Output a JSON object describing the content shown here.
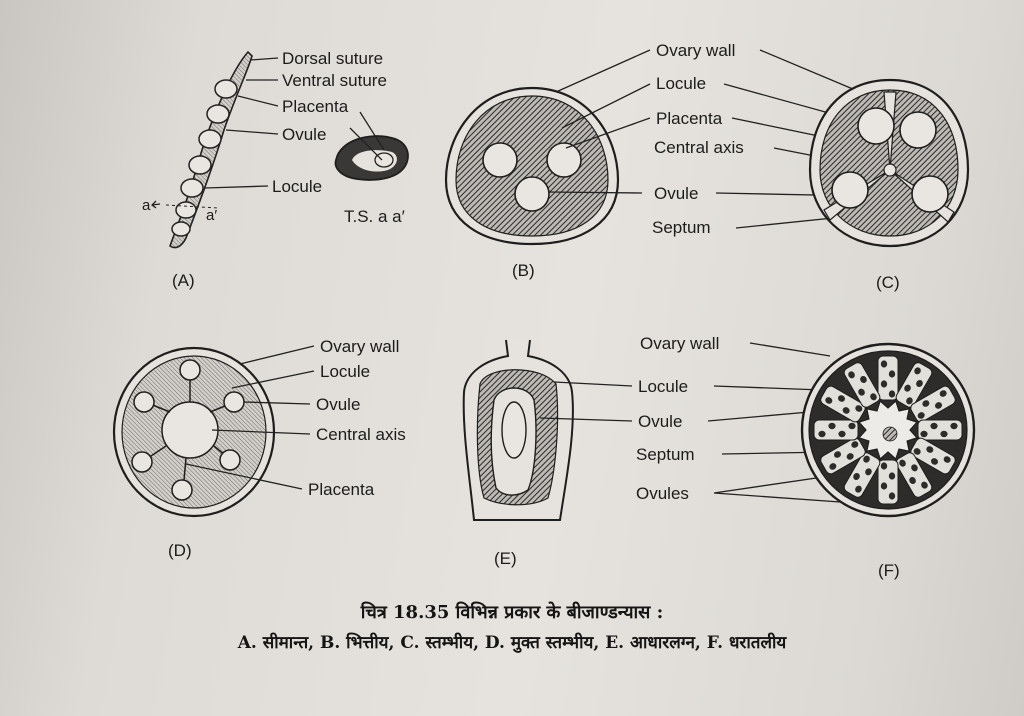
{
  "figure": {
    "panels": {
      "A": {
        "letter": "(A)",
        "labels": {
          "dorsal_suture": "Dorsal suture",
          "ventral_suture": "Ventral suture",
          "placenta": "Placenta",
          "ovule": "Ovule",
          "locule": "Locule",
          "ts": "T.S. a a′",
          "a": "a",
          "a_prime": "a′"
        }
      },
      "B": {
        "letter": "(B)"
      },
      "C": {
        "letter": "(C)"
      },
      "BC_labels": {
        "ovary_wall": "Ovary wall",
        "locule": "Locule",
        "placenta": "Placenta",
        "central_axis": "Central axis",
        "ovule": "Ovule",
        "septum": "Septum"
      },
      "D": {
        "letter": "(D)",
        "labels": {
          "ovary_wall": "Ovary wall",
          "locule": "Locule",
          "ovule": "Ovule",
          "central_axis": "Central axis",
          "placenta": "Placenta"
        }
      },
      "E": {
        "letter": "(E)"
      },
      "EF_labels": {
        "ovary_wall": "Ovary wall",
        "locule": "Locule",
        "ovule": "Ovule",
        "septum": "Septum",
        "ovules": "Ovules"
      },
      "F": {
        "letter": "(F)"
      }
    }
  },
  "caption": {
    "line1": "चित्र 18.35  विभिन्न प्रकार के बीजाण्डन्यास :",
    "line2": "A. सीमान्त, B. भित्तीय, C. स्तम्भीय, D. मुक्त स्तम्भीय, E. आधारलग्न, F. धरातलीय"
  },
  "colors": {
    "paper": "#e4e1dc",
    "ink": "#1c1c1c",
    "hatch_fill": "#7a7874"
  }
}
